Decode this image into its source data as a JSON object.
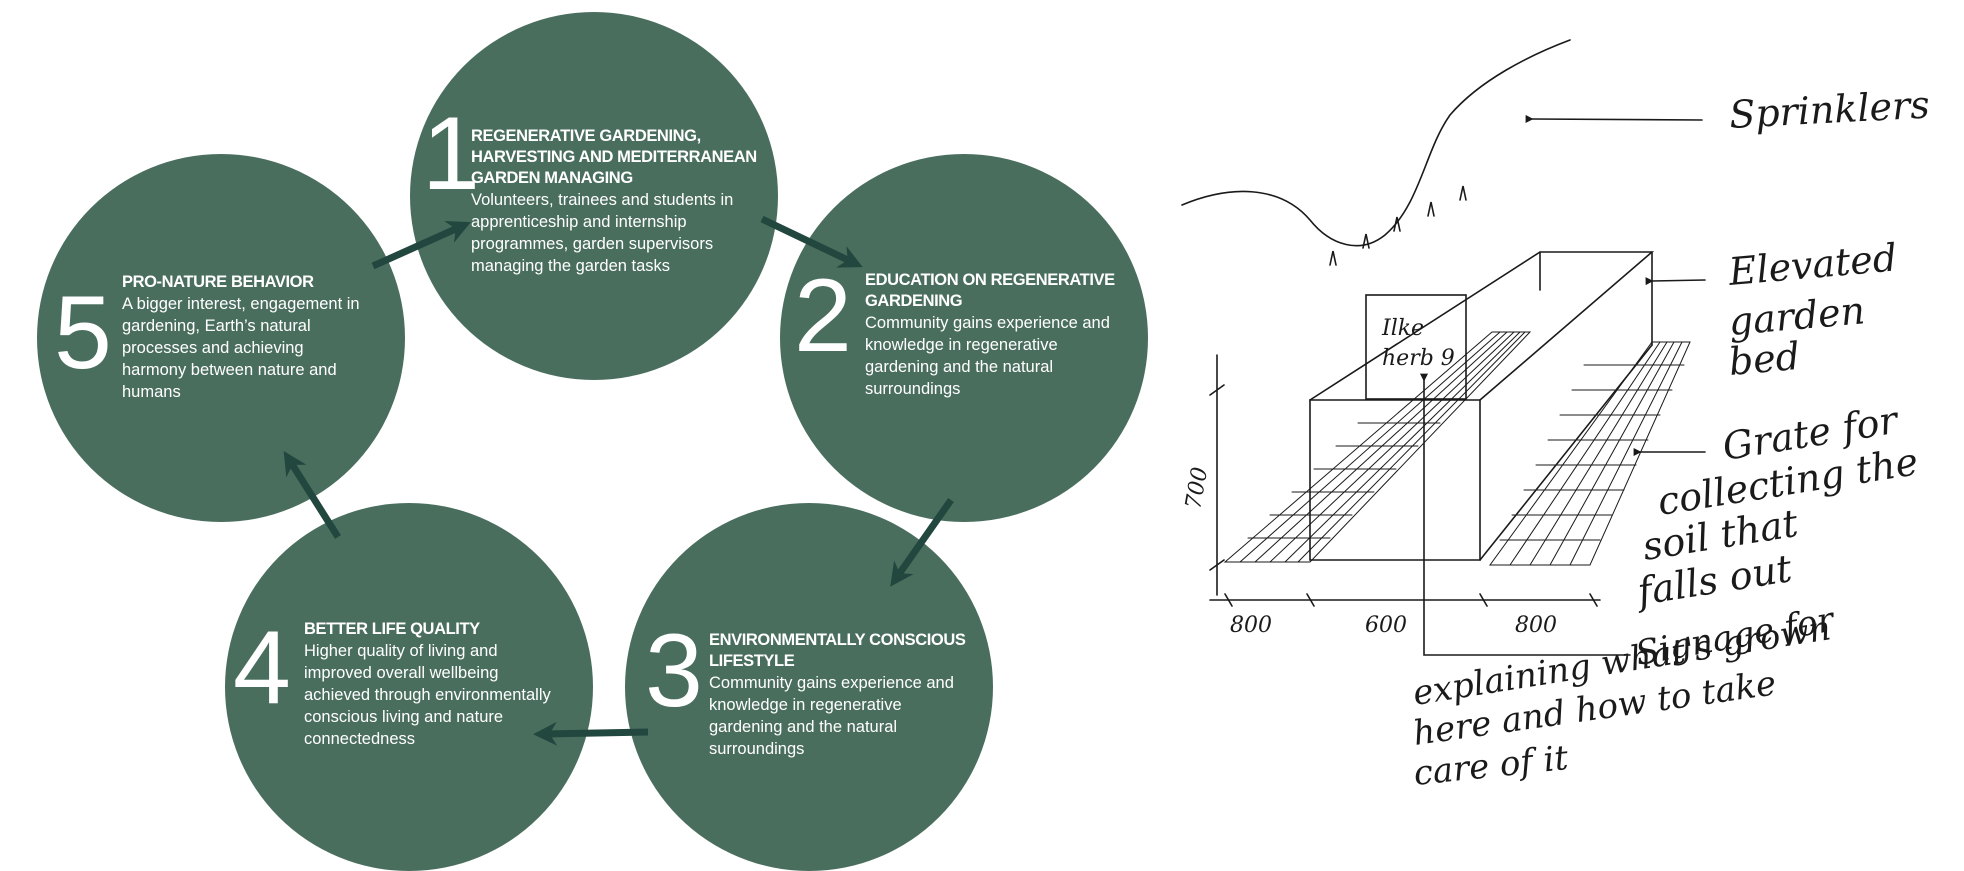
{
  "cycle": {
    "steps": [
      {
        "number": "1",
        "title": "REGENERATIVE GARDENING,\nHARVESTING AND MEDITERRANEAN\nGARDEN MANAGING",
        "description": "Volunteers, trainees and students in\napprenticeship and internship\nprogrammes, garden supervisors\nmanaging the garden tasks"
      },
      {
        "number": "2",
        "title": "EDUCATION ON REGENERATIVE\nGARDENING",
        "description": "Community gains experience and\nknowledge in regenerative\ngardening and the natural\nsurroundings"
      },
      {
        "number": "3",
        "title": "ENVIRONMENTALLY CONSCIOUS\nLIFESTYLE",
        "description": "Community gains experience and\nknowledge in regenerative\ngardening and the natural\nsurroundings"
      },
      {
        "number": "4",
        "title": "BETTER LIFE QUALITY",
        "description": "Higher quality of living and\nimproved overall wellbeing\nachieved through environmentally\nconscious living and nature\nconnectedness"
      },
      {
        "number": "5",
        "title": "PRO-NATURE BEHAVIOR",
        "description": "A bigger interest, engagement in\ngardening, Earth’s natural\nprocesses and achieving\nharmony between nature and\nhumans"
      }
    ],
    "colors": {
      "circle": "#4a6e5e",
      "arrow": "#22473e",
      "text": "#ffffff"
    }
  },
  "sketch": {
    "labels": {
      "sprinklers": "Sprinklers",
      "bed_line1": "Elevated",
      "bed_line2": "garden",
      "bed_line3": "bed",
      "grate_line1": "Grate for",
      "grate_line2": "collecting the",
      "grate_line3": "soil that",
      "grate_line4": "falls out",
      "signage_line1": "Signage for",
      "signage_line2": "explaining what's grown",
      "signage_line3": "here and how to take",
      "signage_line4": "care of it",
      "sign_board_line1": "Ilke",
      "sign_board_line2": "herb 9"
    },
    "dimensions": {
      "left_width": "800",
      "middle_width": "600",
      "right_width": "800",
      "height": "700"
    },
    "icons": [
      "sprinkler-icon",
      "arrow-icon"
    ]
  }
}
